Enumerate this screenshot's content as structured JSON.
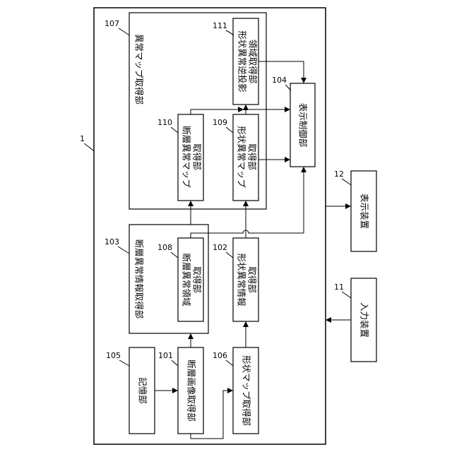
{
  "labels": {
    "anomaly_map_acquisition": "異常マップ取得部",
    "shape_anomaly_reverse_projection": "形状異常逆投影",
    "region_acquisition": "領域取得部",
    "tomographic_anomaly_map": "断層異常マップ",
    "shape_anomaly_map": "形状異常マップ",
    "acquisition_unit": "取得部",
    "display_control": "表示制御部",
    "display_device": "表示装置",
    "input_device": "入力装置",
    "tomographic_anomaly_info_acquisition": "断層異常情報取得部",
    "tomographic_anomaly_region": "断層異常領域",
    "shape_anomaly_info": "形状異常情報",
    "storage": "記憶部",
    "tomographic_image_acquisition": "断層画像取得部",
    "shape_map_acquisition": "形状マップ取得部"
  },
  "refs": {
    "r1": "1",
    "r11": "11",
    "r12": "12",
    "r101": "101",
    "r102": "102",
    "r103": "103",
    "r104": "104",
    "r105": "105",
    "r106": "106",
    "r107": "107",
    "r108": "108",
    "r109": "109",
    "r110": "110",
    "r111": "111"
  }
}
